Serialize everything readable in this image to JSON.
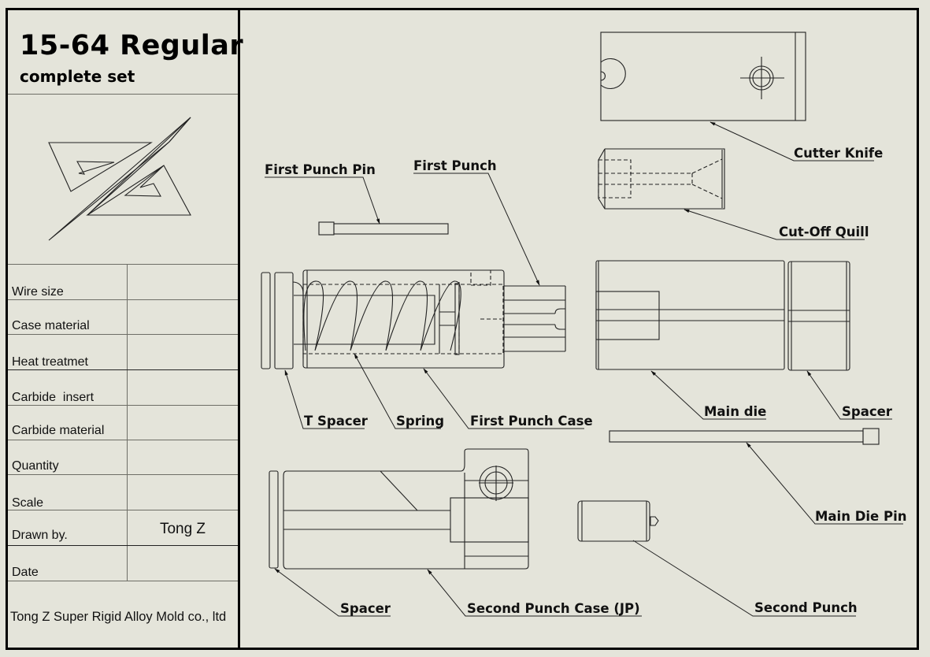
{
  "title_block": {
    "title": "15-64  Regular",
    "subtitle": "complete set",
    "logo": "ZG geometric triangle logo",
    "fields": [
      {
        "label": "Wire size",
        "value": ""
      },
      {
        "label": "Case material",
        "value": ""
      },
      {
        "label": "Heat treatmet",
        "value": ""
      },
      {
        "label": "Carbide  insert",
        "value": ""
      },
      {
        "label": "Carbide material",
        "value": ""
      },
      {
        "label": "Quantity",
        "value": ""
      },
      {
        "label": "Scale",
        "value": ""
      },
      {
        "label": "Drawn by.",
        "value": "Tong Z"
      },
      {
        "label": "Date",
        "value": ""
      }
    ],
    "company": "Tong Z Super Rigid Alloy Mold co., ltd"
  },
  "parts": {
    "cutter_knife": "Cutter Knife",
    "cut_off_quill": "Cut-Off Quill",
    "first_punch_pin": "First Punch Pin",
    "first_punch": "First Punch",
    "t_spacer": "T Spacer",
    "spring": "Spring",
    "first_punch_case": "First Punch Case",
    "main_die": "Main die",
    "spacer_right": "Spacer",
    "main_die_pin": "Main Die Pin",
    "spacer_bottom": "Spacer",
    "second_punch_case": "Second Punch Case (JP)",
    "second_punch": "Second Punch"
  },
  "colors": {
    "background": "#e4e4da",
    "line": "#000000"
  }
}
